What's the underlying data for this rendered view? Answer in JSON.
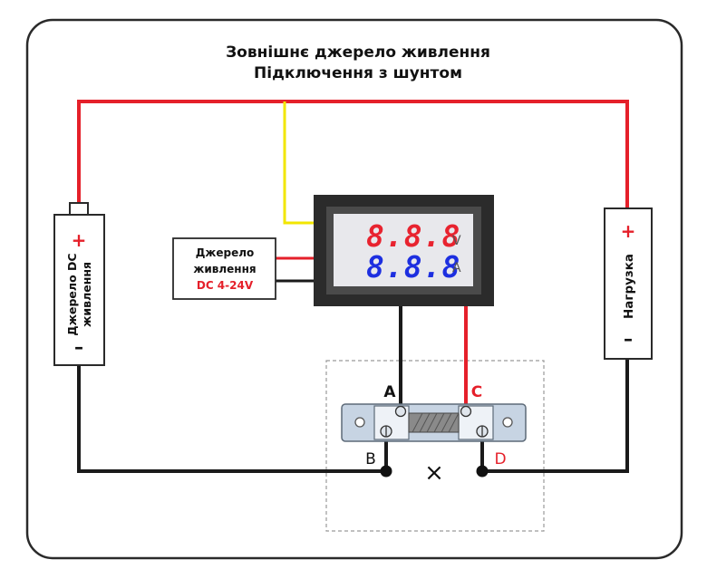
{
  "title": {
    "line1": "Зовнішнє джерело живлення",
    "line2": "Підключення з шунтом"
  },
  "battery": {
    "label_line1": "Джерело DC",
    "label_line2": "живлення",
    "plus": "+",
    "minus": "–"
  },
  "load": {
    "label": "Нагрузка",
    "plus": "+",
    "minus": "–"
  },
  "power_supply": {
    "line1": "Джерело",
    "line2": "живлення",
    "line3": "DC 4-24V"
  },
  "meter": {
    "voltage_reading": "8.8.8",
    "voltage_unit": "V",
    "current_reading": "8.8.8",
    "current_unit": "A"
  },
  "shunt": {
    "point_a": "A",
    "point_b": "B",
    "point_c": "C",
    "point_d": "D",
    "break_mark": "×"
  },
  "colors": {
    "wire_red": "#e5202a",
    "wire_black": "#1a1a1a",
    "wire_yellow": "#f2e600",
    "voltage_digits": "#e8232f",
    "current_digits": "#1d2fe0",
    "supply_red_text": "#e5202a"
  }
}
